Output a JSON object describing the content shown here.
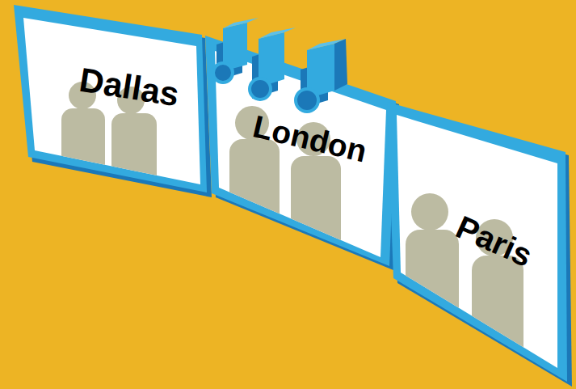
{
  "diagram": {
    "nodes": [
      {
        "text": [
          "Dallas"
        ]
      },
      {
        "text": [
          "London"
        ]
      },
      {
        "text": [
          "Paris"
        ]
      }
    ]
  }
}
